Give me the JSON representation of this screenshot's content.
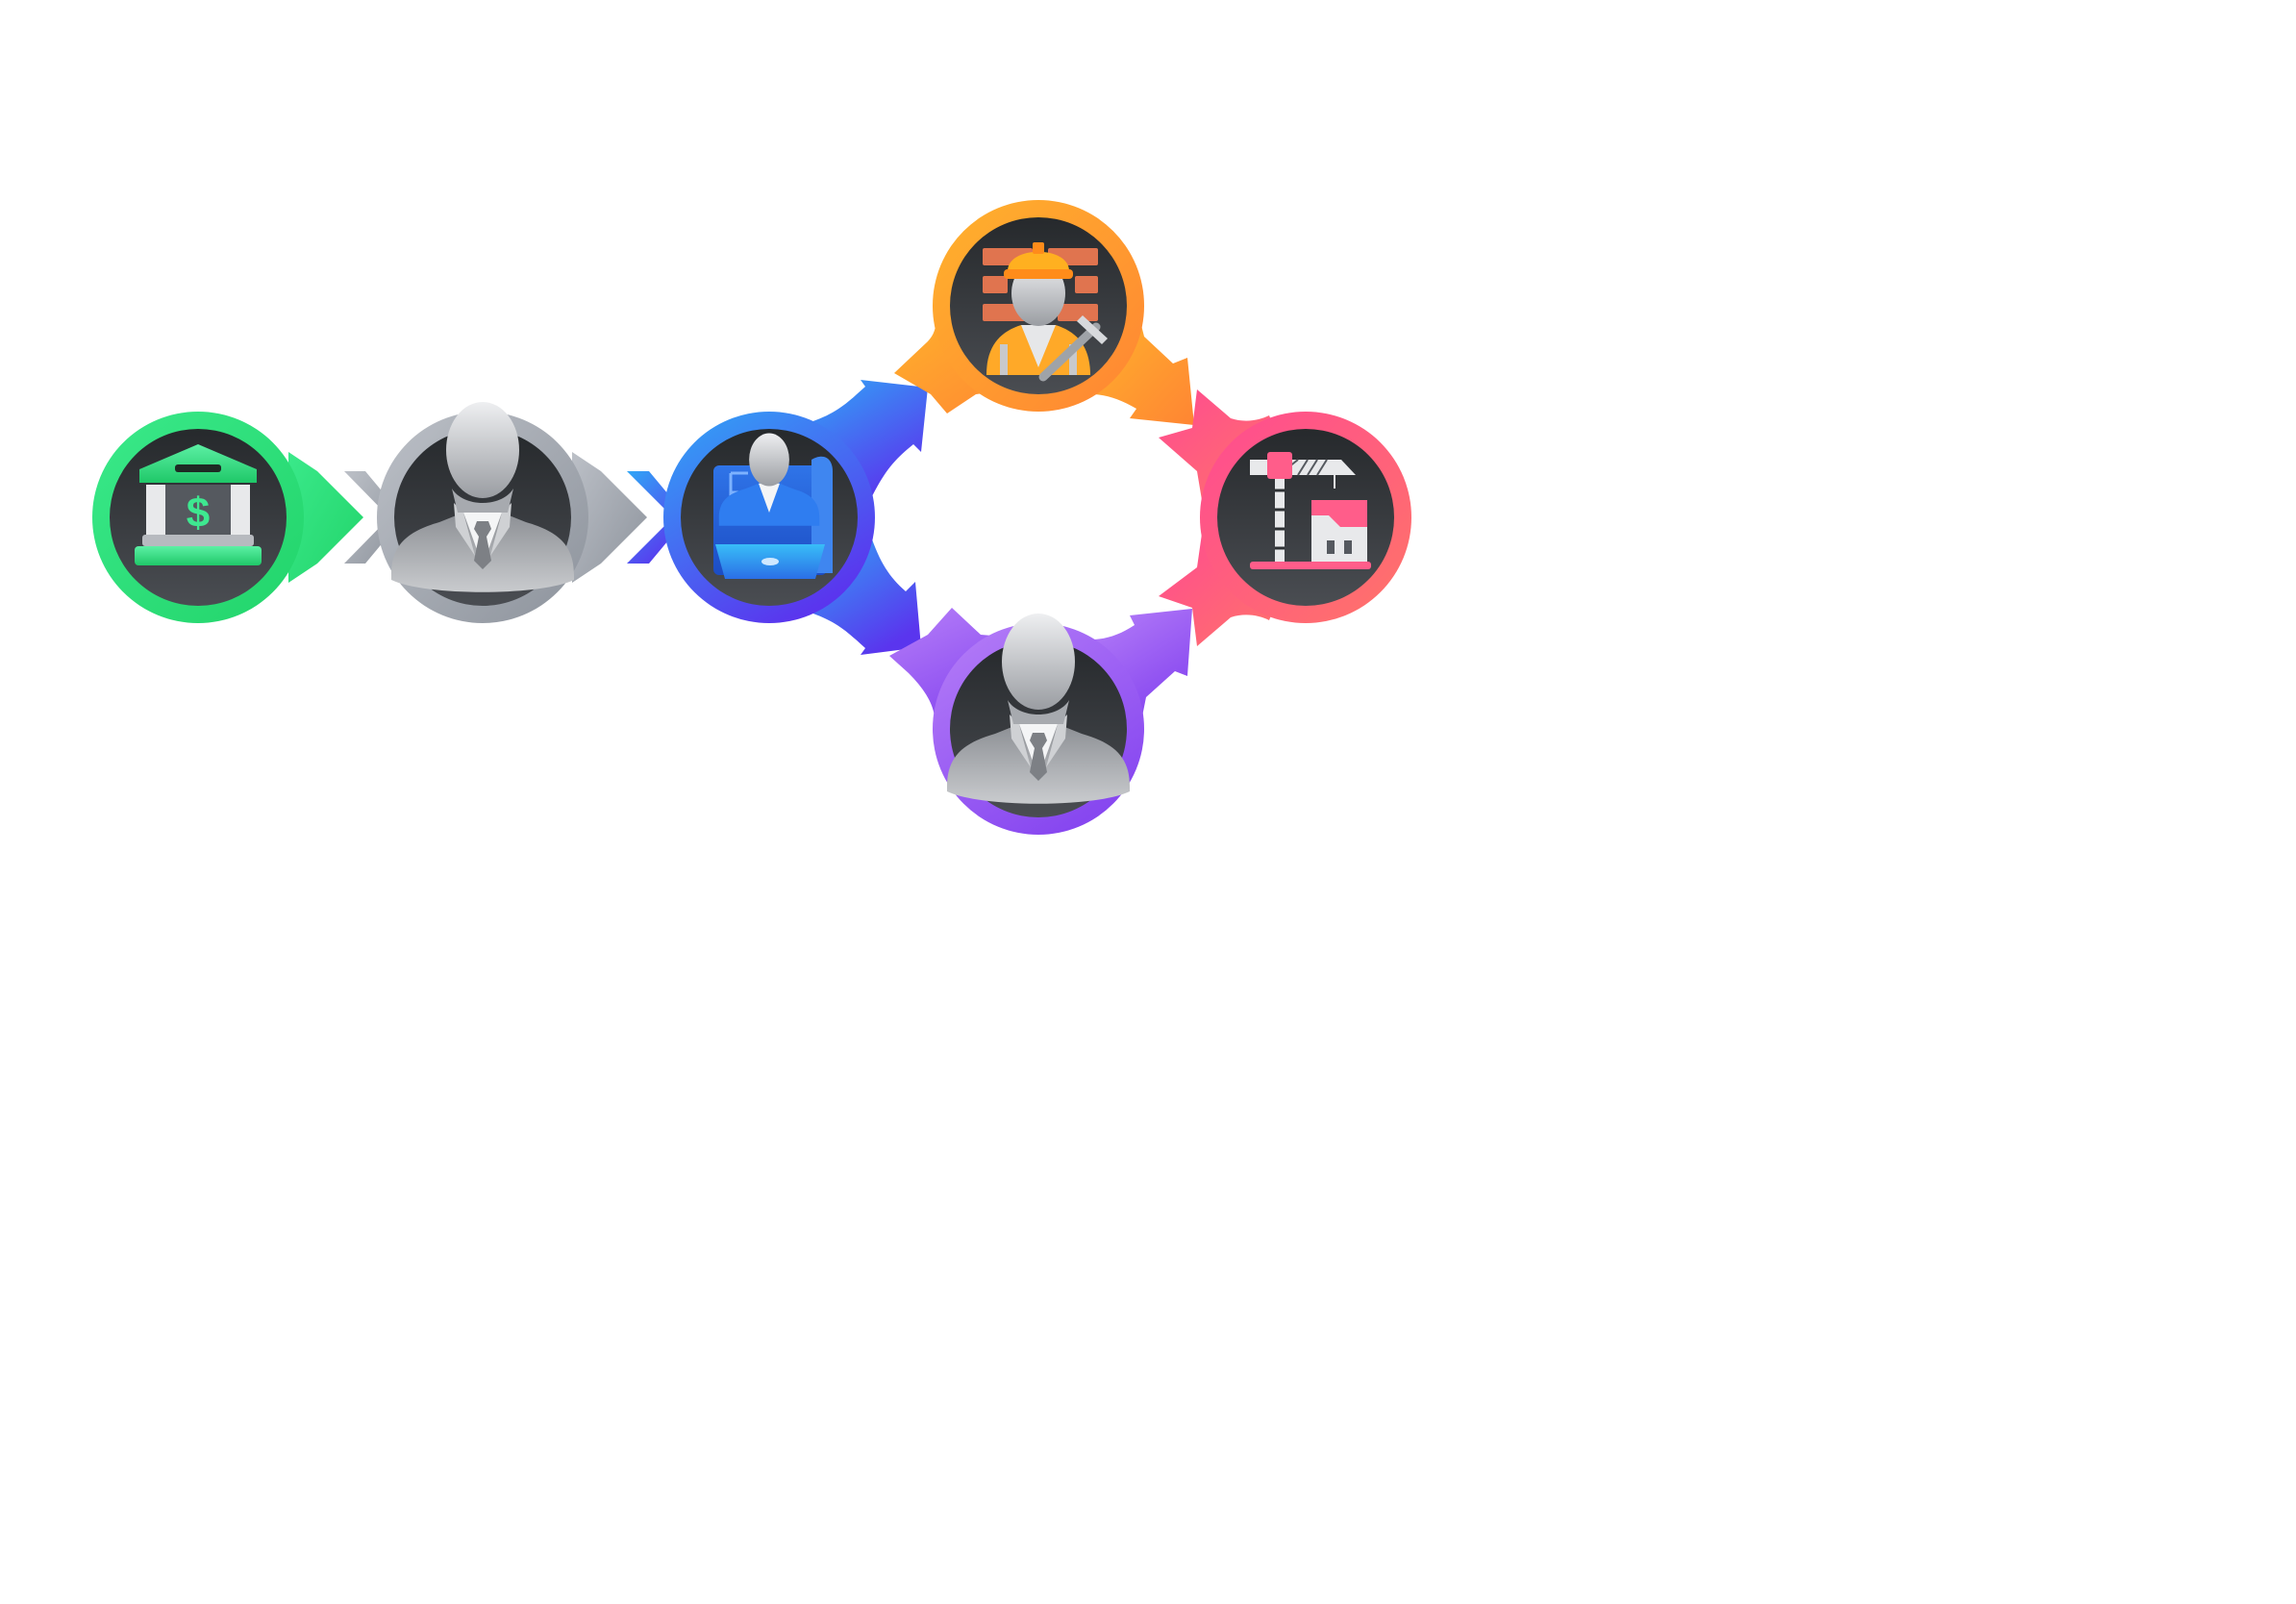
{
  "diagram": {
    "nodes": [
      {
        "id": "bank",
        "icon": "bank-dollar-icon",
        "ring_colors": [
          "#2fe07d",
          "#27d66f"
        ]
      },
      {
        "id": "client",
        "icon": "businessman-icon",
        "ring_colors": [
          "#b6bac2",
          "#8e949d"
        ]
      },
      {
        "id": "architect",
        "icon": "architect-laptop-blueprint-icon",
        "ring_colors": [
          "#2f9bf5",
          "#5a3cf0"
        ]
      },
      {
        "id": "contractor",
        "icon": "construction-worker-icon",
        "ring_colors": [
          "#ffad2a",
          "#ff8a30"
        ]
      },
      {
        "id": "manager",
        "icon": "businessman-icon",
        "ring_colors": [
          "#b27cf7",
          "#8a4ff2"
        ]
      },
      {
        "id": "building",
        "icon": "crane-building-icon",
        "ring_colors": [
          "#ff4f8f",
          "#ff7070"
        ]
      }
    ],
    "connections": [
      {
        "from": "bank",
        "to": "client"
      },
      {
        "from": "client",
        "to": "architect"
      },
      {
        "from": "architect",
        "to": "contractor"
      },
      {
        "from": "architect",
        "to": "manager"
      },
      {
        "from": "contractor",
        "to": "building"
      },
      {
        "from": "manager",
        "to": "building"
      }
    ],
    "colors": {
      "inner_dark": "#2e3134",
      "inner_light": "#45484d",
      "silhouette_light": "#e4e5e7",
      "silhouette_dark": "#8a8d92"
    }
  }
}
